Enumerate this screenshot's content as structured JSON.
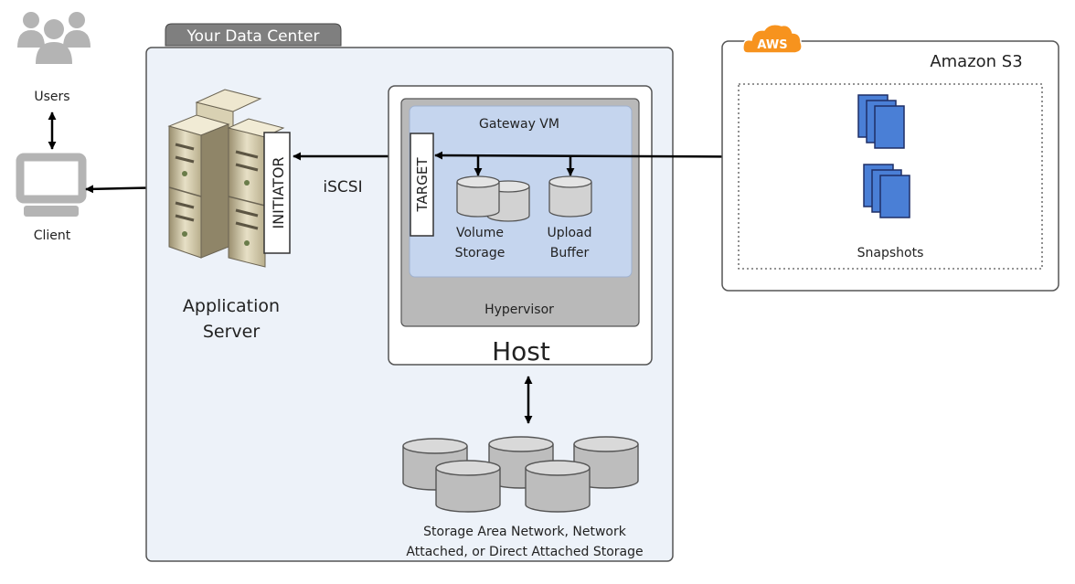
{
  "users": {
    "label": "Users"
  },
  "client": {
    "label": "Client"
  },
  "data_center": {
    "tab_label": "Your Data Center"
  },
  "app_server": {
    "label_line1": "Application",
    "label_line2": "Server",
    "initiator_label": "INITIATOR"
  },
  "protocol": {
    "label": "iSCSI"
  },
  "host": {
    "label": "Host",
    "hypervisor_label": "Hypervisor",
    "gateway_vm_label": "Gateway VM",
    "target_label": "TARGET",
    "volume_storage": {
      "line1": "Volume",
      "line2": "Storage"
    },
    "upload_buffer": {
      "line1": "Upload",
      "line2": "Buffer"
    }
  },
  "storage": {
    "caption_line1": "Storage Area Network, Network",
    "caption_line2": "Attached, or Direct Attached Storage"
  },
  "aws": {
    "badge": "AWS",
    "s3_label": "Amazon S3",
    "snapshots_label": "Snapshots",
    "badge_color": "#f7931e"
  },
  "colors": {
    "panel_fill": "#edf2f9",
    "gateway_vm_fill": "#c5d5ee",
    "hypervisor_fill": "#b9b9b9",
    "tab_fill": "#7f7f7f",
    "document_fill": "#4a7fd6",
    "disk_fill": "#bdbdbd"
  }
}
